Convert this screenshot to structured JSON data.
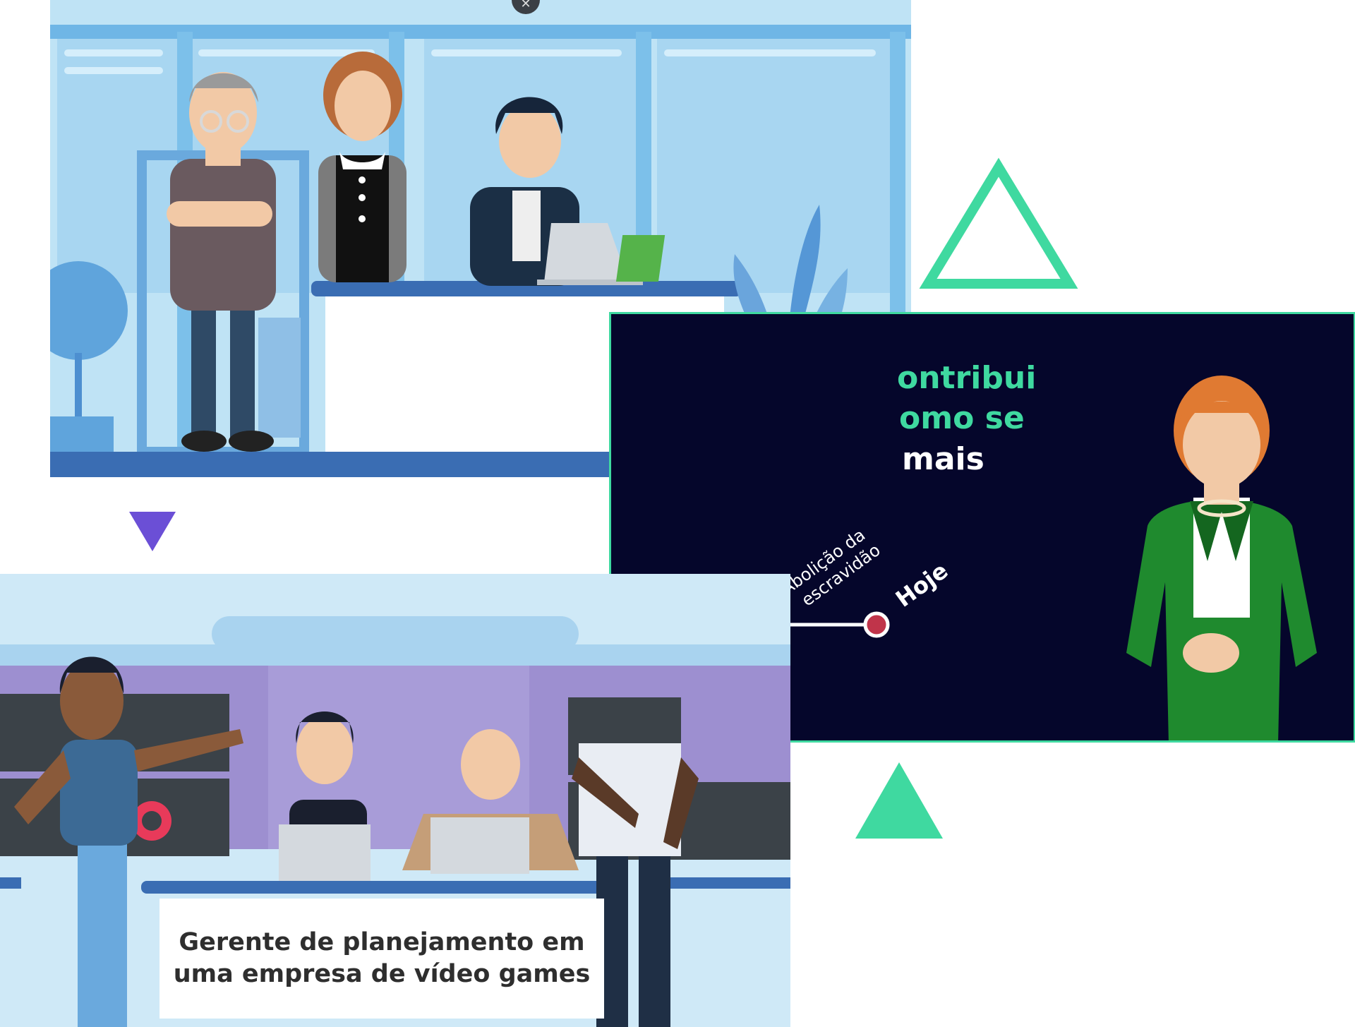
{
  "caption": {
    "line1": "Gerente de planejamento em",
    "line2": "uma empresa de vídeo games"
  },
  "timeline_panel": {
    "heading_line1": "ontribui",
    "heading_line2": "omo se",
    "heading_line3": "mais",
    "event_label_line1": "Abolição da",
    "event_label_line2": "escravidão",
    "today_label": "Hoje"
  },
  "icons": {
    "close_icon": "close-icon",
    "outline_triangle": "outline-triangle-decoration",
    "purple_triangle": "purple-triangle-decoration",
    "green_triangle": "green-triangle-decoration"
  },
  "colors": {
    "accent_green": "#3fd9a0",
    "accent_purple": "#6b4fd6",
    "navy": "#05062b",
    "desk_blue": "#3a6db3",
    "heading_green": "#3fd9a0",
    "timeline_blue": "#4a90d0",
    "timeline_red": "#c0344a"
  }
}
